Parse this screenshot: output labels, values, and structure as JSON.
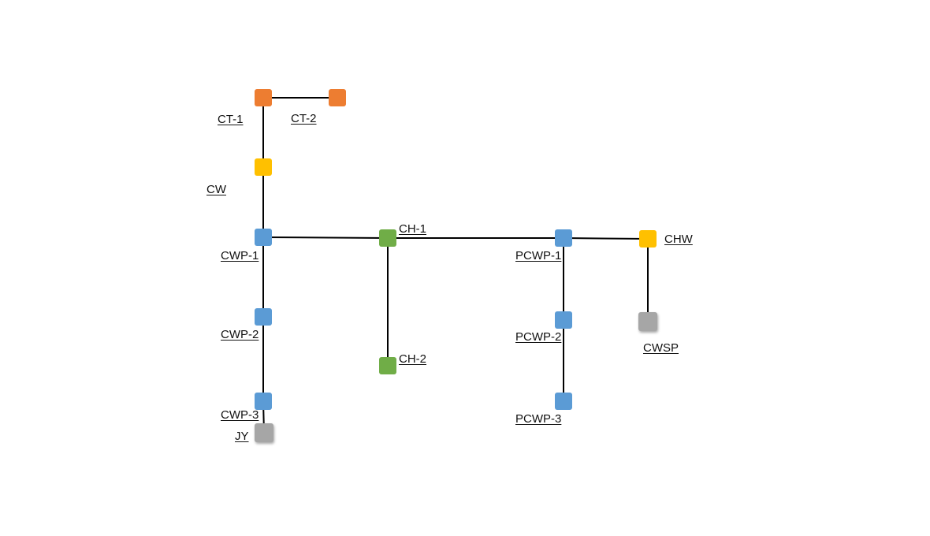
{
  "colors": {
    "tower": "#ED7D31",
    "header": "#FFC000",
    "pump": "#5B9BD5",
    "chiller": "#70AD47",
    "aux": "#A6A6A6",
    "line": "#000000"
  },
  "nodes": [
    {
      "id": "CT-1",
      "label": "CT-1",
      "type": "tower"
    },
    {
      "id": "CT-2",
      "label": "CT-2",
      "type": "tower"
    },
    {
      "id": "CW",
      "label": "CW",
      "type": "header"
    },
    {
      "id": "CWP-1",
      "label": "CWP-1",
      "type": "pump"
    },
    {
      "id": "CWP-2",
      "label": "CWP-2",
      "type": "pump"
    },
    {
      "id": "CWP-3",
      "label": "CWP-3",
      "type": "pump"
    },
    {
      "id": "JY",
      "label": "JY",
      "type": "aux"
    },
    {
      "id": "CH-1",
      "label": "CH-1",
      "type": "chiller"
    },
    {
      "id": "CH-2",
      "label": "CH-2",
      "type": "chiller"
    },
    {
      "id": "PCWP-1",
      "label": "PCWP-1",
      "type": "pump"
    },
    {
      "id": "PCWP-2",
      "label": "PCWP-2",
      "type": "pump"
    },
    {
      "id": "PCWP-3",
      "label": "PCWP-3",
      "type": "pump"
    },
    {
      "id": "CHW",
      "label": "CHW",
      "type": "header"
    },
    {
      "id": "CWSP",
      "label": "CWSP",
      "type": "aux"
    }
  ],
  "edges": [
    [
      "CT-1",
      "CT-2"
    ],
    [
      "CT-1",
      "CW"
    ],
    [
      "CW",
      "CWP-1"
    ],
    [
      "CWP-1",
      "CWP-2"
    ],
    [
      "CWP-2",
      "CWP-3"
    ],
    [
      "CWP-3",
      "JY"
    ],
    [
      "CWP-1",
      "CH-1"
    ],
    [
      "CH-1",
      "CH-2"
    ],
    [
      "CH-1",
      "PCWP-1"
    ],
    [
      "PCWP-1",
      "CHW"
    ],
    [
      "PCWP-1",
      "PCWP-2"
    ],
    [
      "PCWP-2",
      "PCWP-3"
    ],
    [
      "CHW",
      "CWSP"
    ]
  ]
}
